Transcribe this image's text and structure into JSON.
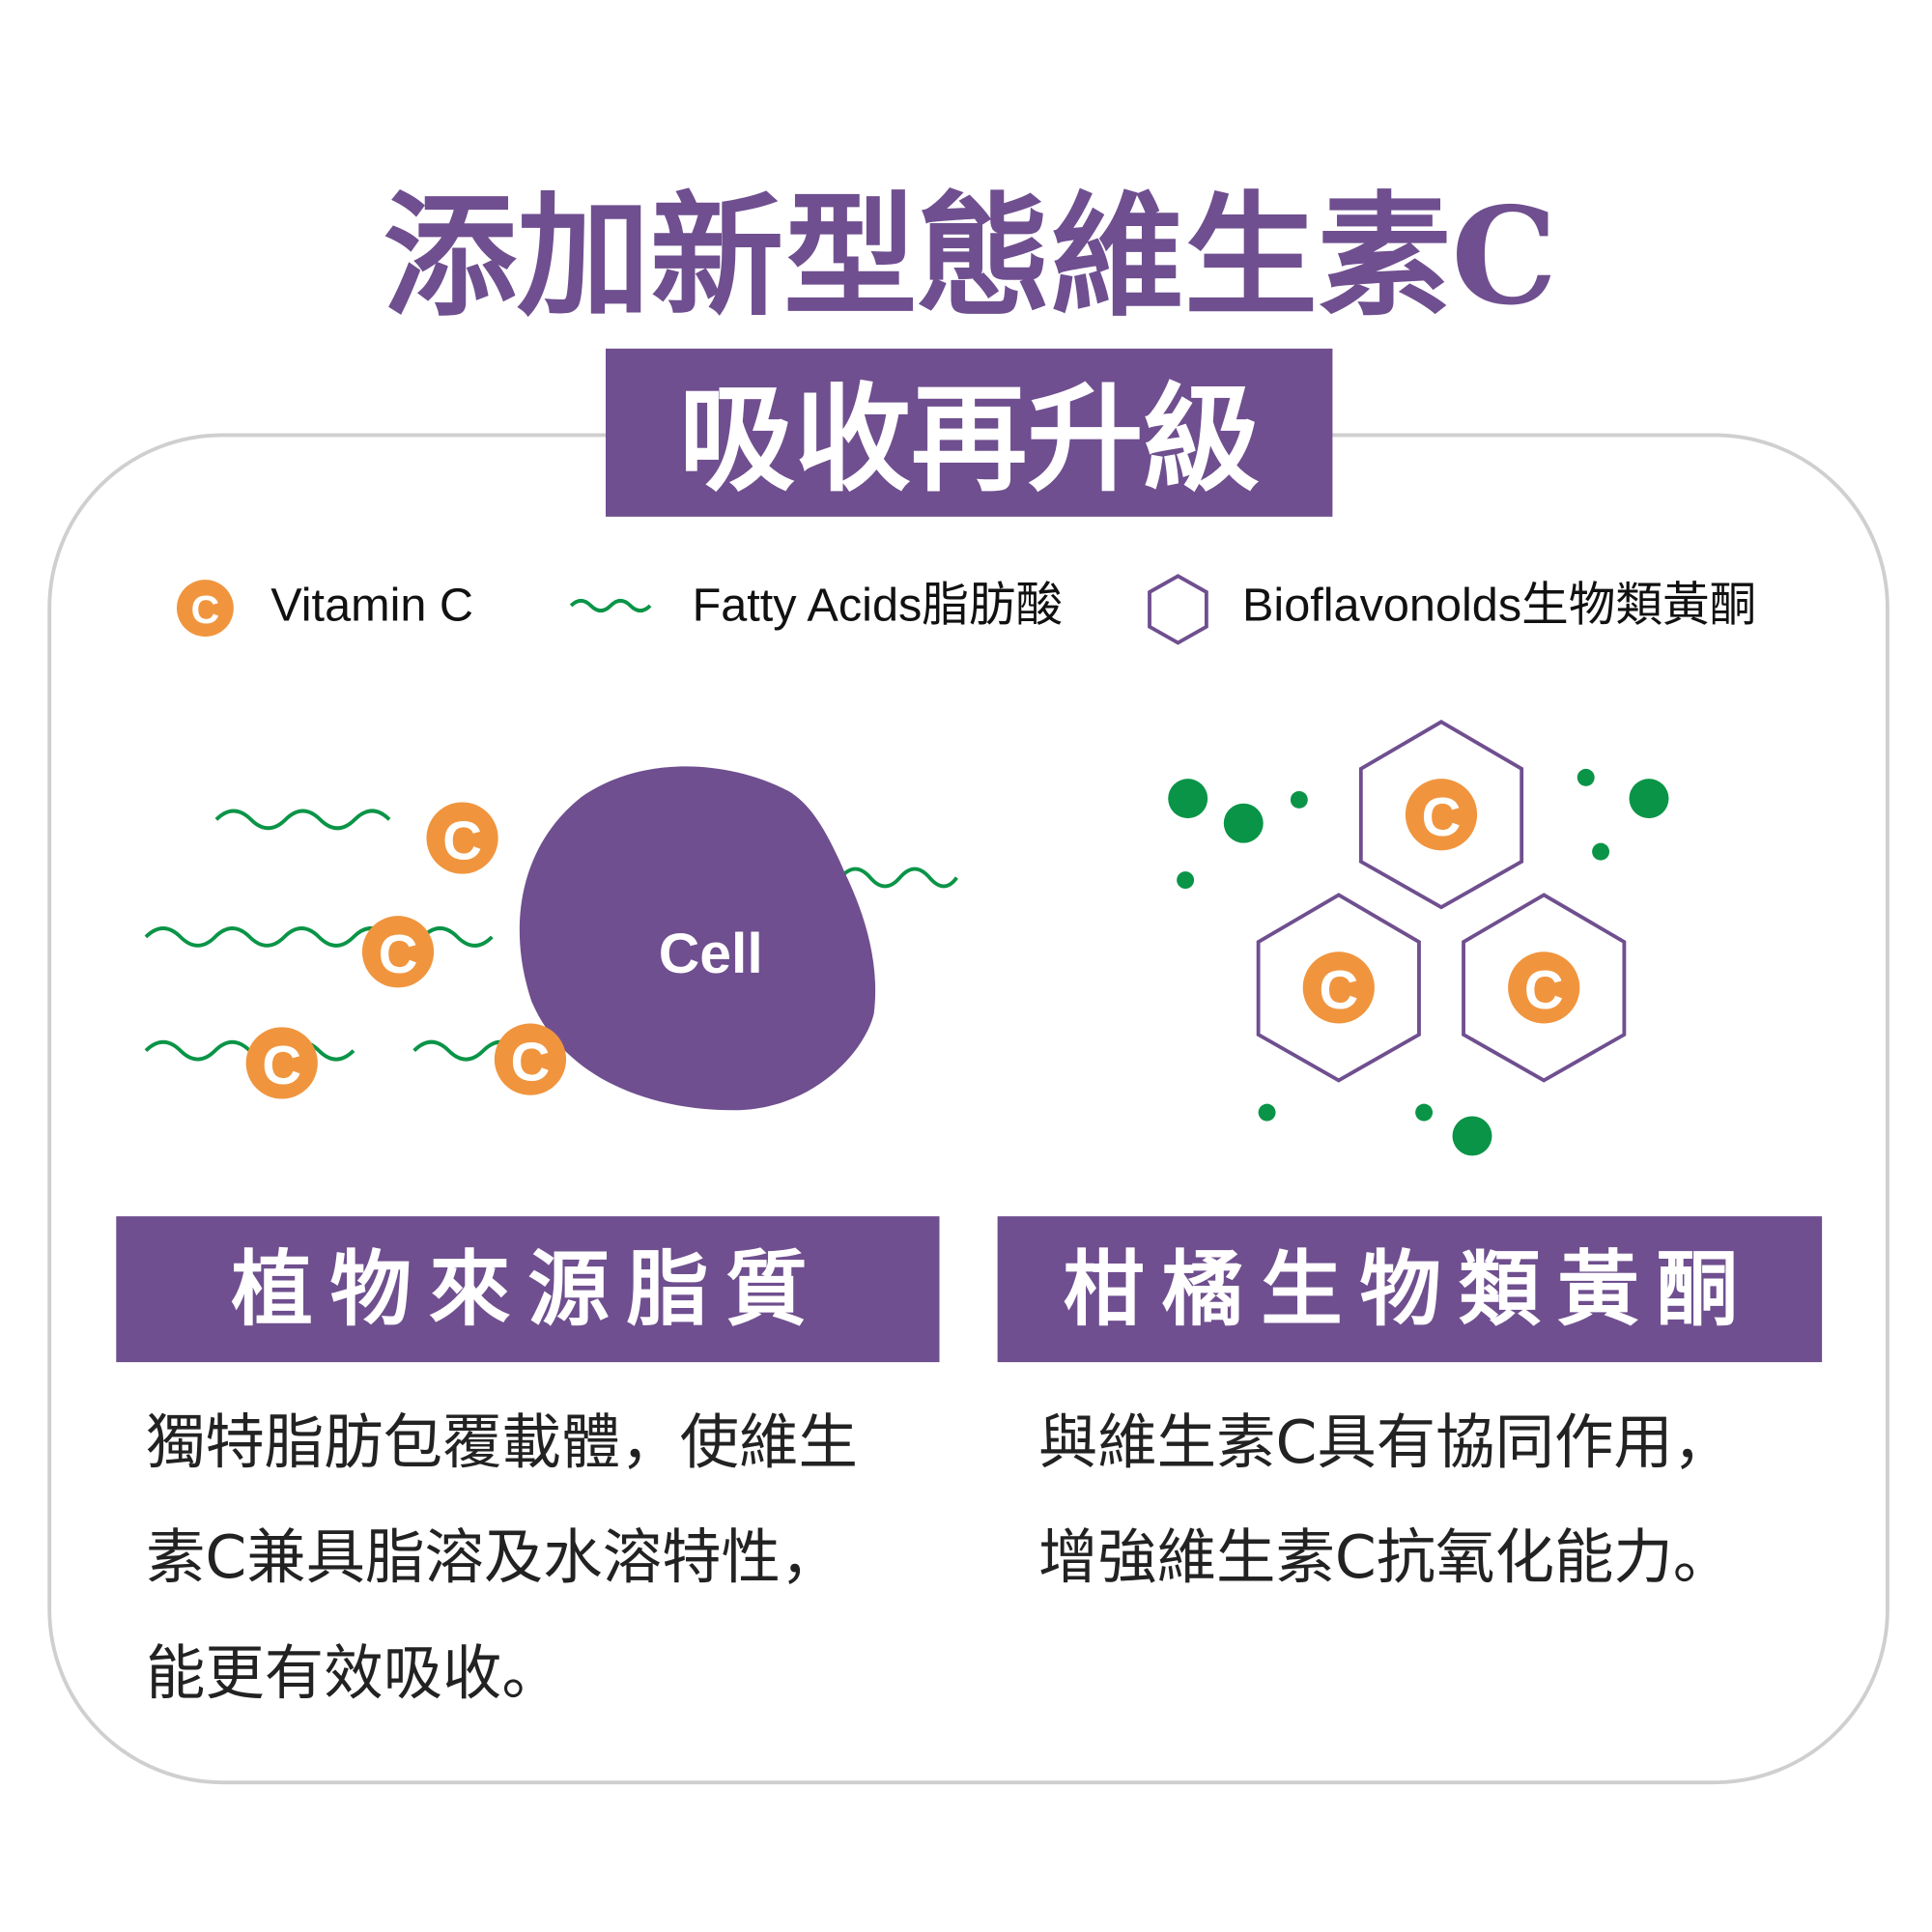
{
  "title": "添加新型態維生素C",
  "subtitle": "吸收再升級",
  "legend": {
    "vitamin_c": "Vitamin C",
    "fatty_acids": "Fatty Acids脂肪酸",
    "bioflavonoids": "Bioflavonolds生物類黃酮",
    "c_symbol": "C"
  },
  "cell_label": "Cell",
  "left": {
    "heading": "植物來源脂質",
    "lines": [
      "獨特脂肪包覆載體，使維生",
      "素C兼具脂溶及水溶特性，",
      "能更有效吸收。"
    ]
  },
  "right": {
    "heading": "柑橘生物類黃酮",
    "lines": [
      "與維生素C具有協同作用，",
      "增強維生素C抗氧化能力。"
    ]
  },
  "colors": {
    "purple": "#6f4f8f",
    "orange": "#f0953e",
    "green": "#0a9447"
  }
}
